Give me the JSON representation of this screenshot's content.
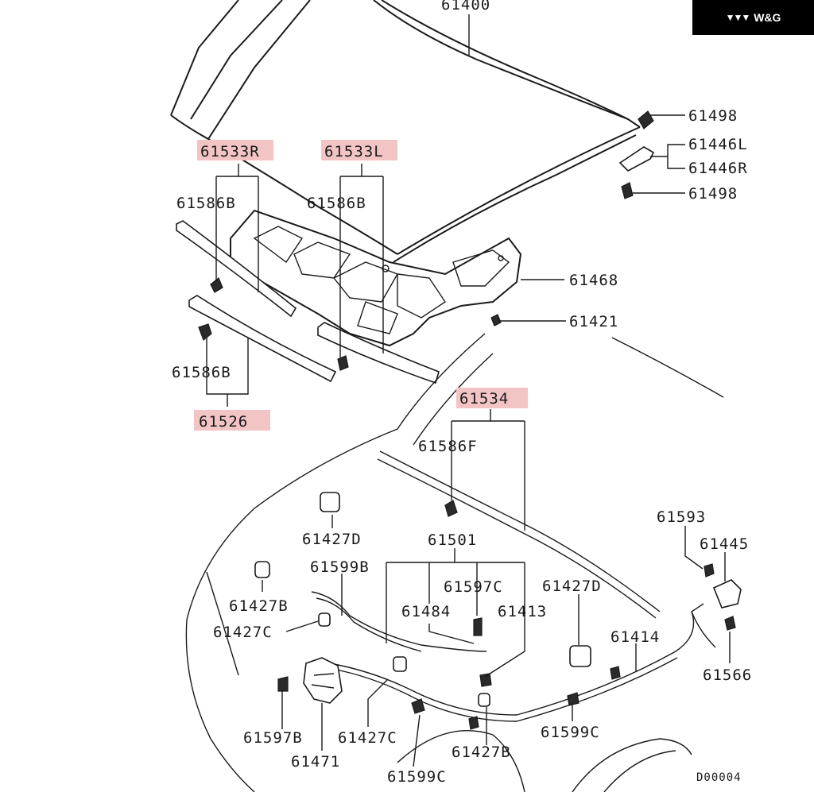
{
  "logo": {
    "mark": "▼▼▼",
    "text": "W&G"
  },
  "diagram_code": "D00004",
  "labels": {
    "p61400": "61400",
    "p61498a": "61498",
    "p61446l": "61446L",
    "p61446r": "61446R",
    "p61498b": "61498",
    "p61533r": "61533R",
    "p61533l": "61533L",
    "p61586b1": "61586B",
    "p61586b2": "61586B",
    "p61468": "61468",
    "p61421": "61421",
    "p61586b3": "61586B",
    "p61526": "61526",
    "p61534": "61534",
    "p61586f": "61586F",
    "p61427d1": "61427D",
    "p61501": "61501",
    "p61593": "61593",
    "p61445": "61445",
    "p61599b": "61599B",
    "p61597c": "61597C",
    "p61427d2": "61427D",
    "p61427b1": "61427B",
    "p61484": "61484",
    "p61413": "61413",
    "p61427c1": "61427C",
    "p61414": "61414",
    "p61566": "61566",
    "p61597b": "61597B",
    "p61427c2": "61427C",
    "p61599c1": "61599C",
    "p61427b2": "61427B",
    "p61471": "61471",
    "p61599c2": "61599C"
  }
}
